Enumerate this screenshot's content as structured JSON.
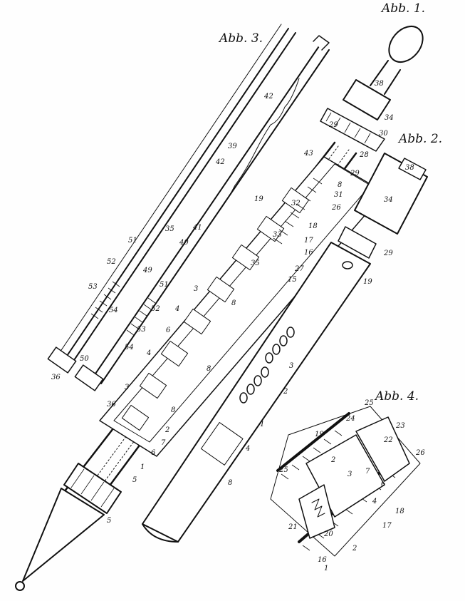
{
  "figures": {
    "fig1": "Abb. 1.",
    "fig2": "Abb. 2.",
    "fig3": "Abb. 3.",
    "fig4": "Abb. 4."
  },
  "ink_color": "#111111",
  "paper_color": "#fefefe",
  "reference_numerals": [
    {
      "id": "n38",
      "text": "38"
    },
    {
      "id": "n34",
      "text": "34"
    },
    {
      "id": "n30",
      "text": "30"
    },
    {
      "id": "n29a",
      "text": "29"
    },
    {
      "id": "n28",
      "text": "28"
    },
    {
      "id": "n29b",
      "text": "29"
    },
    {
      "id": "n43",
      "text": "43"
    },
    {
      "id": "n8a",
      "text": "8"
    },
    {
      "id": "n31",
      "text": "31"
    },
    {
      "id": "n26",
      "text": "26"
    },
    {
      "id": "n19a",
      "text": "19"
    },
    {
      "id": "n32",
      "text": "32"
    },
    {
      "id": "n33",
      "text": "33"
    },
    {
      "id": "n18",
      "text": "18"
    },
    {
      "id": "n17a",
      "text": "17"
    },
    {
      "id": "n16",
      "text": "16"
    },
    {
      "id": "n27",
      "text": "27"
    },
    {
      "id": "n35a",
      "text": "35"
    },
    {
      "id": "n15",
      "text": "15"
    },
    {
      "id": "n3a",
      "text": "3"
    },
    {
      "id": "n8b",
      "text": "8"
    },
    {
      "id": "n4a",
      "text": "4"
    },
    {
      "id": "n6a",
      "text": "6"
    },
    {
      "id": "n8c",
      "text": "8"
    },
    {
      "id": "n8d",
      "text": "8"
    },
    {
      "id": "n4b",
      "text": "4"
    },
    {
      "id": "n3b",
      "text": "3"
    },
    {
      "id": "n2a",
      "text": "2"
    },
    {
      "id": "n7a",
      "text": "7"
    },
    {
      "id": "n6b",
      "text": "6"
    },
    {
      "id": "n1a",
      "text": "1"
    },
    {
      "id": "n5a",
      "text": "5"
    },
    {
      "id": "n5b",
      "text": "5"
    },
    {
      "id": "n39",
      "text": "39"
    },
    {
      "id": "n42a",
      "text": "42"
    },
    {
      "id": "n42b",
      "text": "42"
    },
    {
      "id": "n41",
      "text": "41"
    },
    {
      "id": "n40",
      "text": "40"
    },
    {
      "id": "n35b",
      "text": "35"
    },
    {
      "id": "n51a",
      "text": "51"
    },
    {
      "id": "n52a",
      "text": "52"
    },
    {
      "id": "n49",
      "text": "49"
    },
    {
      "id": "n51b",
      "text": "51"
    },
    {
      "id": "n53a",
      "text": "53"
    },
    {
      "id": "n54a",
      "text": "54"
    },
    {
      "id": "n52b",
      "text": "52"
    },
    {
      "id": "n53b",
      "text": "53"
    },
    {
      "id": "n54b",
      "text": "54"
    },
    {
      "id": "n50",
      "text": "50"
    },
    {
      "id": "n36a",
      "text": "36"
    },
    {
      "id": "n36b",
      "text": "36"
    },
    {
      "id": "n34b",
      "text": "34"
    },
    {
      "id": "n38b",
      "text": "38"
    },
    {
      "id": "n29c",
      "text": "29"
    },
    {
      "id": "n19b",
      "text": "19"
    },
    {
      "id": "n3c",
      "text": "3"
    },
    {
      "id": "n2b",
      "text": "2"
    },
    {
      "id": "n1b",
      "text": "1"
    },
    {
      "id": "n4c",
      "text": "4"
    },
    {
      "id": "n8e",
      "text": "8"
    },
    {
      "id": "n24",
      "text": "24"
    },
    {
      "id": "n25a",
      "text": "25"
    },
    {
      "id": "n23",
      "text": "23"
    },
    {
      "id": "n22",
      "text": "22"
    },
    {
      "id": "n19c",
      "text": "19"
    },
    {
      "id": "n26b",
      "text": "26"
    },
    {
      "id": "n25b",
      "text": "25"
    },
    {
      "id": "n2c",
      "text": "2"
    },
    {
      "id": "n3d",
      "text": "3"
    },
    {
      "id": "n7b",
      "text": "7"
    },
    {
      "id": "n6c",
      "text": "6"
    },
    {
      "id": "n4d",
      "text": "4"
    },
    {
      "id": "n18b",
      "text": "18"
    },
    {
      "id": "n17b",
      "text": "17"
    },
    {
      "id": "n21",
      "text": "21"
    },
    {
      "id": "n20",
      "text": "20"
    },
    {
      "id": "n16b",
      "text": "16"
    },
    {
      "id": "n1c",
      "text": "1"
    },
    {
      "id": "n2d",
      "text": "2"
    }
  ]
}
